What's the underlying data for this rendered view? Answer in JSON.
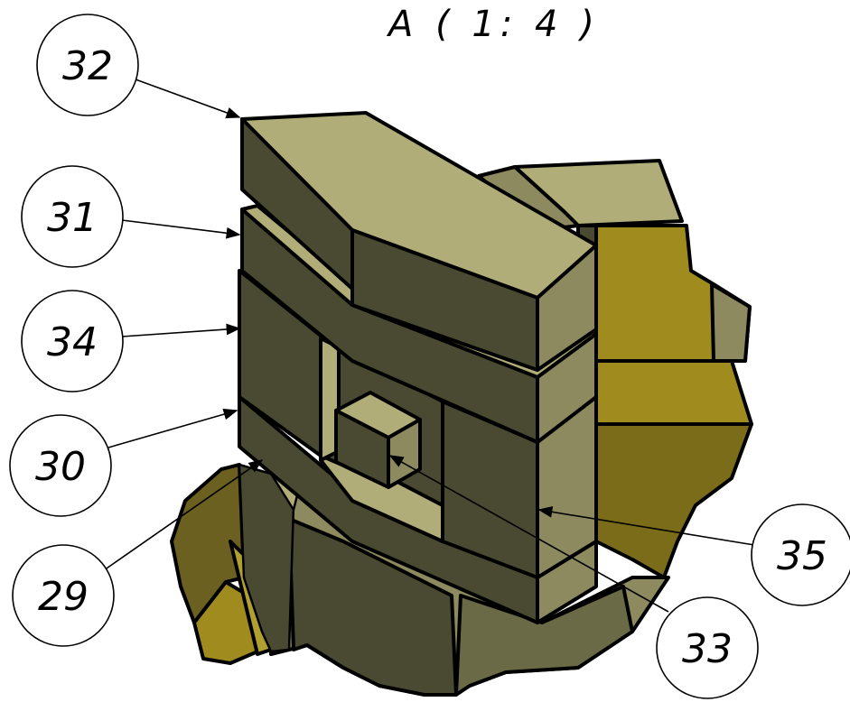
{
  "view_title": "A ( 1: 4 )",
  "callouts": [
    {
      "id": "c32",
      "label": "32"
    },
    {
      "id": "c31",
      "label": "31"
    },
    {
      "id": "c34",
      "label": "34"
    },
    {
      "id": "c30",
      "label": "30"
    },
    {
      "id": "c29",
      "label": "29"
    },
    {
      "id": "c35",
      "label": "35"
    },
    {
      "id": "c33",
      "label": "33"
    }
  ],
  "colors": {
    "light_face": "#b0ad78",
    "mid_face": "#8c8a5e",
    "dark_face": "#4a4a32",
    "gold": "#a08c1e",
    "dark_gold": "#7a6c18",
    "olive_dark": "#5e5a1e",
    "line": "#000000"
  }
}
